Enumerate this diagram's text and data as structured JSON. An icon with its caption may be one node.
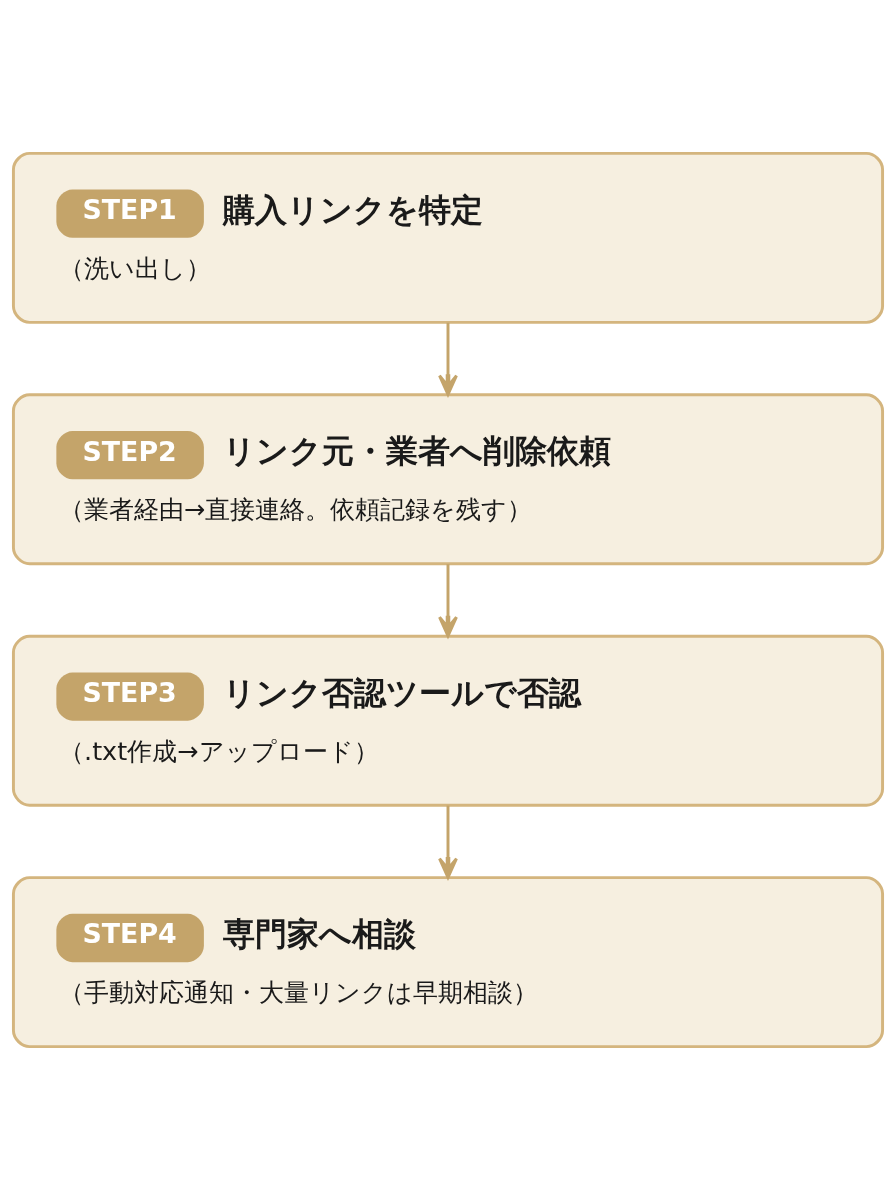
{
  "diagram": {
    "nodes": [
      {
        "text": [
          "STEP1",
          "購入リンクを特定",
          "（洗い出し）"
        ]
      },
      {
        "text": [
          "STEP2",
          "リンク元・業者へ削除依頼",
          "（業者経由→直接連絡。依頼記録を残す）"
        ]
      },
      {
        "text": [
          "STEP3",
          "リンク否認ツールで否認",
          "（.txt作成→アップロード）"
        ]
      },
      {
        "text": [
          "STEP4",
          "専門家へ相談",
          "（手動対応通知・大量リンクは早期相談）"
        ]
      }
    ],
    "edges": [
      {
        "from": 0,
        "to": 1,
        "arrow": "to"
      },
      {
        "from": 1,
        "to": 2,
        "arrow": "to"
      },
      {
        "from": 2,
        "to": 3,
        "arrow": "to"
      }
    ]
  }
}
